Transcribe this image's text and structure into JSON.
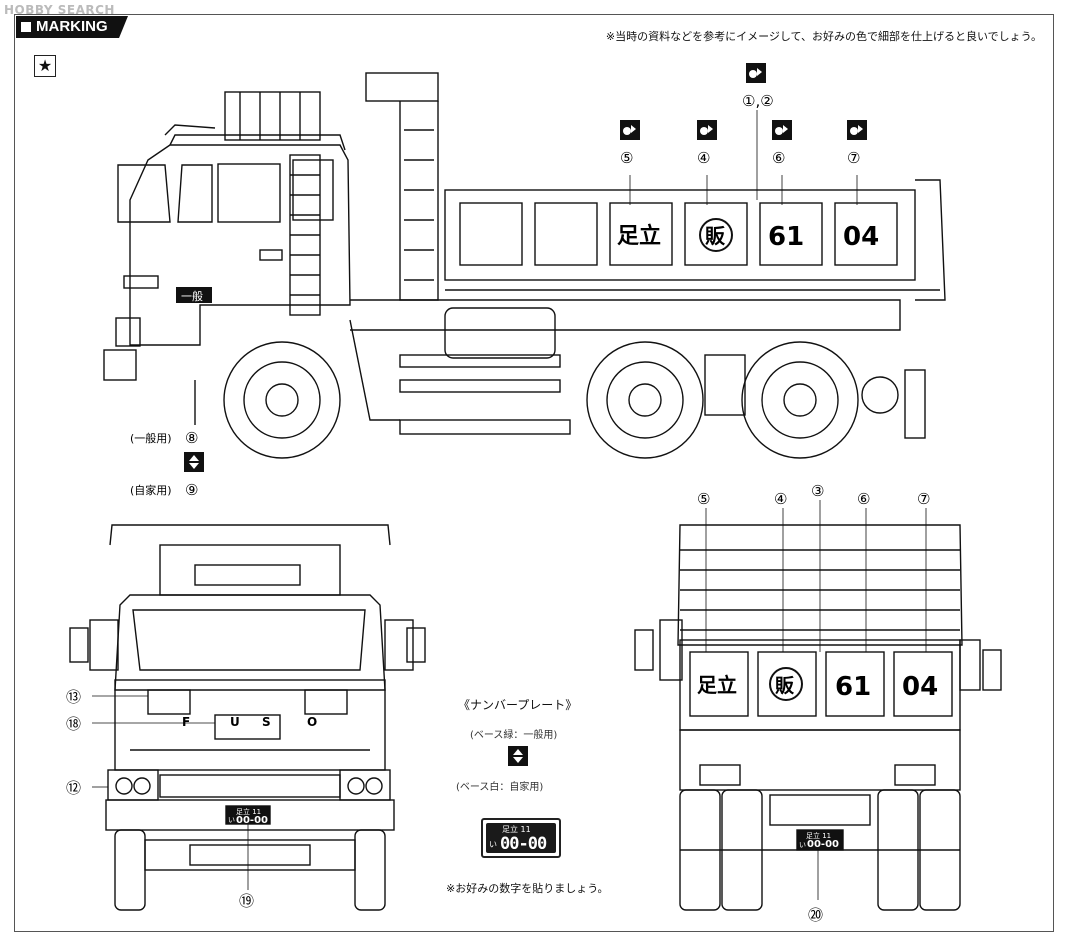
{
  "watermark": "HOBBY SEARCH",
  "header": {
    "tab_label": "MARKING"
  },
  "note_text": "※当時の資料などを参考にイメージして、お好みの色で細部を仕上げると良いでしょう。",
  "side_view": {
    "callouts": [
      "①,②",
      "⑤",
      "④",
      "⑥",
      "⑦"
    ],
    "box_text": [
      "足立",
      "販",
      "61",
      "04"
    ],
    "cab_plate": "一般",
    "left_labels": {
      "general": "(一般用)",
      "general_num": "⑧",
      "private": "(自家用)",
      "private_num": "⑨"
    }
  },
  "front_view": {
    "callouts": [
      "⑬",
      "⑱",
      "⑫",
      "⑲"
    ],
    "grille_text": [
      "F",
      "U",
      "S",
      "O"
    ],
    "plate": {
      "top": "足立 11",
      "kana": "い",
      "num": "00-00"
    }
  },
  "plate_legend": {
    "title": "《ナンバープレート》",
    "line1": "(ベース緑：一般用)",
    "line2": "(ベース白：自家用)",
    "plate": {
      "top": "足立 11",
      "kana": "い",
      "num": "00-00"
    },
    "note": "※お好みの数字を貼りましょう。"
  },
  "rear_view": {
    "callouts": [
      "⑤",
      "④",
      "③",
      "⑥",
      "⑦",
      "⑳"
    ],
    "box_text": [
      "足立",
      "販",
      "61",
      "04"
    ],
    "plate": {
      "top": "足立 11",
      "kana": "い",
      "num": "00-00"
    }
  }
}
